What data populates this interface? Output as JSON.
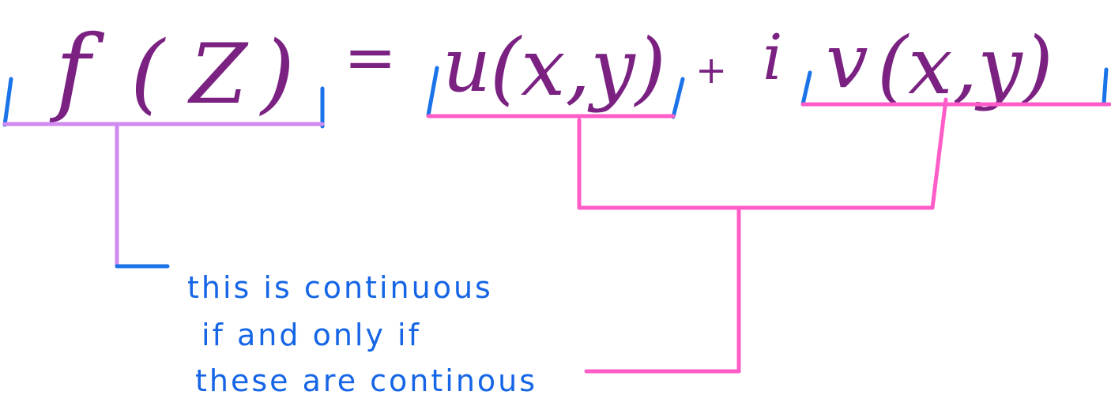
{
  "equation": {
    "f": "f",
    "lparen1": "(",
    "z": "Z",
    "rparen1": ")",
    "equals": "=",
    "u": "u",
    "u_args": "(x,y)",
    "plus": "+",
    "i": "i",
    "v": "v",
    "v_args": "(x,y)"
  },
  "note": {
    "line1": "this is continuous",
    "line2": "if and only if",
    "line3": "these are continous"
  },
  "colors": {
    "ink_purple": "#7a2181",
    "note_blue": "#1565e6",
    "bracket_violet": "#d08af0",
    "bracket_pink": "#ff5cc8",
    "tick_blue": "#1a73e8"
  }
}
